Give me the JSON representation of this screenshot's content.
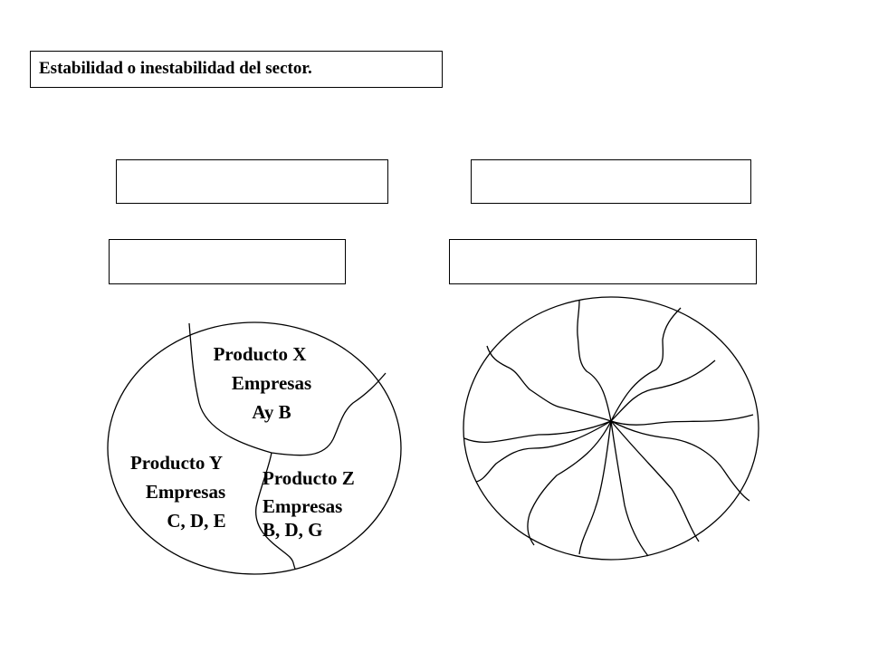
{
  "title": "Estabilidad o inestabilidad del sector.",
  "left_circle": {
    "region_x": {
      "product": "Producto X",
      "companies_label": "Empresas",
      "companies": "Ay B"
    },
    "region_y": {
      "product": "Producto Y",
      "companies_label": "Empresas",
      "companies": "C, D, E"
    },
    "region_z": {
      "product": "Producto Z",
      "companies_label": "Empresas",
      "companies": "B, D, G"
    }
  }
}
